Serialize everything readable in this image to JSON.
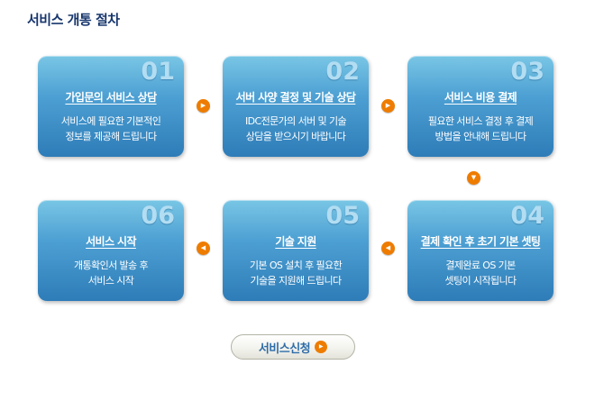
{
  "page": {
    "title": "서비스 개통 절차"
  },
  "steps": [
    {
      "number": "01",
      "title": "가입문의 서비스 상담",
      "desc1": "서비스에 필요한 기본적인",
      "desc2": "정보를 제공해 드립니다"
    },
    {
      "number": "02",
      "title": "서버 사양 결정 및 기술 상담",
      "desc1": "IDC전문가의 서버 및 기술",
      "desc2": "상담을 받으시기 바랍니다"
    },
    {
      "number": "03",
      "title": "서비스 비용 결제",
      "desc1": "필요한 서비스 결정 후 결제",
      "desc2": "방법을 안내해 드립니다"
    },
    {
      "number": "04",
      "title": "결제 확인 후 초기 기본 셋팅",
      "desc1": "결제완료 OS 기본",
      "desc2": "셋팅이 시작됩니다"
    },
    {
      "number": "05",
      "title": "기술 지원",
      "desc1": "기본 OS 설치 후 필요한",
      "desc2": "기술을 지원해 드립니다"
    },
    {
      "number": "06",
      "title": "서비스 시작",
      "desc1": "개통확인서 발송 후",
      "desc2": "서비스 시작"
    }
  ],
  "button": {
    "label": "서비스신청"
  },
  "icons": {
    "arrow_right": "▶",
    "arrow_left": "◀",
    "arrow_down": "▼"
  },
  "colors": {
    "card_gradient_top": "#79c6e5",
    "card_gradient_bottom": "#2e7cb8",
    "card_number": "#b2ddf2",
    "arrow_orange": "#ee7c00",
    "page_title_navy": "#17366d",
    "button_text_blue": "#2f6da8",
    "button_border": "#b3b3a6",
    "background": "#ffffff"
  }
}
